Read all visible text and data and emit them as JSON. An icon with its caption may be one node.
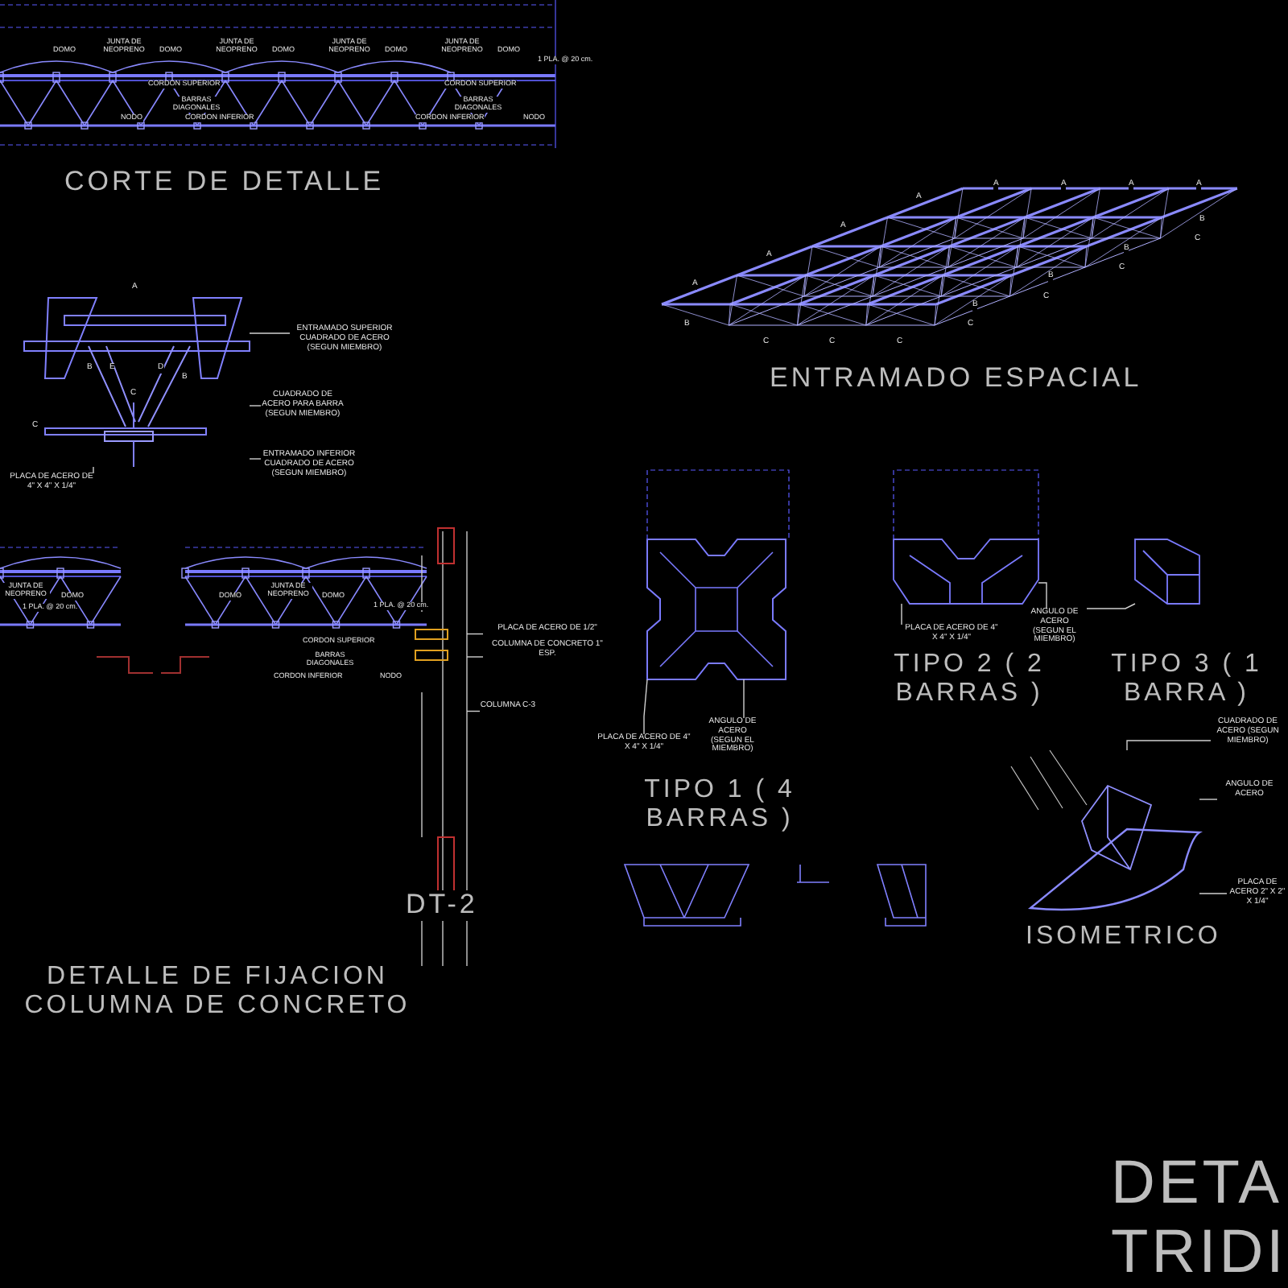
{
  "diagram": {
    "nodes": [
      {
        "text": [
          "ENTRAMADO SUPERIOR CUADRADO DE ACERO (SEGUN MIEMBRO)"
        ]
      },
      {
        "text": [
          "CUADRADO DE ACERO PARA BARRA (SEGUN MIEMBRO)"
        ]
      },
      {
        "text": [
          "ENTRAMADO INFERIOR CUADRADO DE ACERO (SEGUN MIEMBRO)"
        ]
      },
      {
        "text": [
          "PLACA DE ACERO DE 4\" X 4\" X 1/4\""
        ]
      },
      {
        "text": [
          "PLACA DE ACERO DE 1/2\""
        ]
      },
      {
        "text": [
          "COLUMNA DE CONCRETO 1\" ESP."
        ]
      },
      {
        "text": [
          "COLUMNA C-3"
        ]
      },
      {
        "text": [
          "PLACA DE ACERO DE 4\" X 4\" X 1/4\""
        ]
      },
      {
        "text": [
          "ANGULO DE ACERO",
          "(SEGUN EL MIEMBRO)"
        ]
      },
      {
        "text": [
          "PLACA DE ACERO DE 4\" X 4\" X 1/4\""
        ]
      },
      {
        "text": [
          "ANGULO DE ACERO",
          "(SEGUN EL MIEMBRO)"
        ]
      },
      {
        "text": [
          "CUADRADO DE ACERO (SEGUN MIEMBRO)"
        ]
      },
      {
        "text": [
          "ANGULO DE ACERO"
        ]
      },
      {
        "text": [
          "PLACA DE ACERO 2\" X 2\" X 1/4\""
        ]
      },
      {
        "text": [],
        "shape": "picture"
      },
      {
        "text": [],
        "shape": "picture"
      },
      {
        "text": [],
        "shape": "picture"
      },
      {
        "text": [],
        "shape": "picture"
      },
      {
        "text": [],
        "shape": "picture"
      },
      {
        "text": [],
        "shape": "picture"
      }
    ],
    "edges": [
      {
        "from": 0,
        "to": 14,
        "arrow": "none"
      },
      {
        "from": 1,
        "to": 14,
        "arrow": "none"
      },
      {
        "from": 2,
        "to": 14,
        "arrow": "none"
      },
      {
        "from": 3,
        "to": 14,
        "arrow": "none"
      },
      {
        "from": 4,
        "to": 15,
        "arrow": "none"
      },
      {
        "from": 5,
        "to": 15,
        "arrow": "none"
      },
      {
        "from": 6,
        "to": 15,
        "arrow": "none"
      },
      {
        "from": 7,
        "to": 16,
        "arrow": "none"
      },
      {
        "from": 8,
        "to": 16,
        "arrow": "none"
      },
      {
        "from": 9,
        "to": 17,
        "arrow": "none"
      },
      {
        "from": 10,
        "to": 17,
        "arrow": "none"
      },
      {
        "from": 10,
        "to": 18,
        "arrow": "none"
      },
      {
        "from": 11,
        "to": 19,
        "arrow": "none"
      },
      {
        "from": 12,
        "to": 19,
        "arrow": "none"
      },
      {
        "from": 13,
        "to": 19,
        "arrow": "none"
      }
    ],
    "labels": [
      "CORTE DE DETALLE",
      "JUNTA DE NEOPRENO",
      "JUNTA DE NEOPRENO",
      "JUNTA DE NEOPRENO",
      "JUNTA DE NEOPRENO",
      "DOMO",
      "DOMO",
      "DOMO",
      "DOMO",
      "DOMO",
      "1 PLA. @ 20 cm.",
      "CORDON SUPERIOR",
      "CORDON SUPERIOR",
      "BARRAS DIAGONALES",
      "BARRAS DIAGONALES",
      "NODO",
      "CORDON INFERIOR",
      "CORDON INFERIOR",
      "NODO",
      "A",
      "B",
      "E",
      "D",
      "B",
      "C",
      "C",
      "A",
      "A",
      "A",
      "A",
      "A",
      "A",
      "A",
      "A",
      "B",
      "B",
      "B",
      "B",
      "B",
      "C",
      "C",
      "C",
      "C",
      "C",
      "C",
      "C",
      "ENTRAMADO ESPACIAL",
      "JUNTA DE NEOPRENO",
      "DOMO",
      "1 PLA. @ 20 cm.",
      "DOMO",
      "JUNTA DE NEOPRENO",
      "DOMO",
      "1 PLA. @ 20 cm.",
      "CORDON SUPERIOR",
      "BARRAS DIAGONALES",
      "CORDON INFERIOR",
      "NODO",
      "DT-2",
      "DETALLE DE FIJACION COLUMNA DE CONCRETO",
      "TIPO 1 ( 4 BARRAS )",
      "TIPO 2 ( 2 BARRAS )",
      "TIPO 3 ( 1 BARRA )",
      "ISOMETRICO",
      "DETA",
      "TRIDI"
    ]
  }
}
